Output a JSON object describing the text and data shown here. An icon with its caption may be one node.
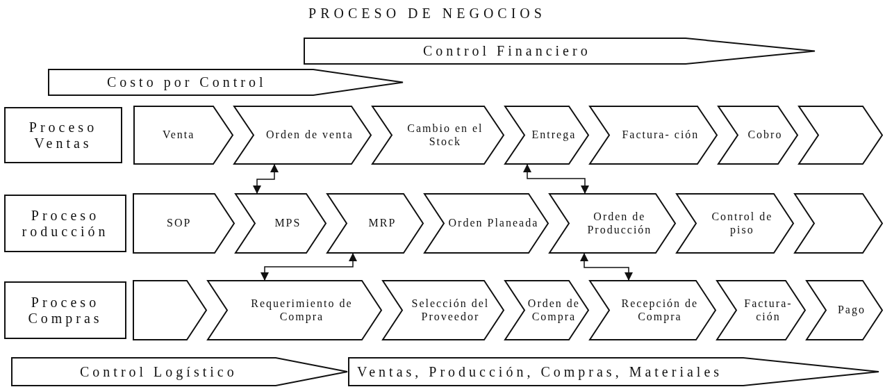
{
  "diagram": {
    "title": "PROCESO DE NEGOCIOS",
    "nodes": [
      {
        "text": [
          "Control Financiero"
        ]
      },
      {
        "text": [
          "Costo por Control"
        ]
      },
      {
        "text": [
          "Proceso Ventas"
        ]
      },
      {
        "text": [
          "Venta"
        ]
      },
      {
        "text": [
          "Orden de venta"
        ]
      },
      {
        "text": [
          "Cambio en el Stock"
        ]
      },
      {
        "text": [
          "Entrega"
        ]
      },
      {
        "text": [
          "Factura- ción"
        ]
      },
      {
        "text": [
          "Cobro"
        ]
      },
      {
        "text": [],
        "shape": "chevron"
      },
      {
        "text": [
          "Proceso roducción"
        ]
      },
      {
        "text": [
          "SOP"
        ]
      },
      {
        "text": [
          "MPS"
        ]
      },
      {
        "text": [
          "MRP"
        ]
      },
      {
        "text": [
          "Orden Planeada"
        ]
      },
      {
        "text": [
          "Orden de Producción"
        ]
      },
      {
        "text": [
          "Control de piso"
        ]
      },
      {
        "text": [],
        "shape": "chevron"
      },
      {
        "text": [
          "Proceso Compras"
        ]
      },
      {
        "text": [],
        "shape": "chevron"
      },
      {
        "text": [
          "Requerimiento de Compra"
        ]
      },
      {
        "text": [
          "Selección del Proveedor"
        ]
      },
      {
        "text": [
          "Orden de Compra"
        ]
      },
      {
        "text": [
          "Recepción de Compra"
        ]
      },
      {
        "text": [
          "Factura- ción"
        ]
      },
      {
        "text": [
          "Pago"
        ]
      },
      {
        "text": [
          "Control Logístico"
        ]
      },
      {
        "text": [
          "Ventas, Producción, Compras, Materiales"
        ]
      }
    ],
    "edges": [
      {
        "from": 4,
        "to": 12,
        "arrow": "both"
      },
      {
        "from": 6,
        "to": 15,
        "arrow": "both"
      },
      {
        "from": 13,
        "to": 20,
        "arrow": "both"
      },
      {
        "from": 15,
        "to": 23,
        "arrow": "both"
      }
    ]
  }
}
